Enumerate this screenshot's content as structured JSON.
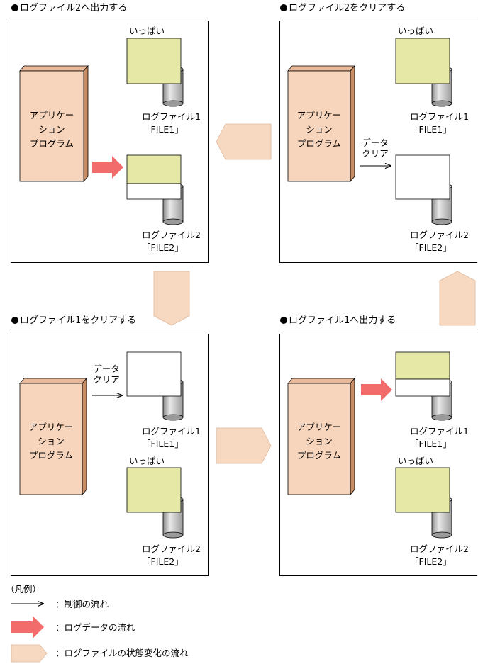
{
  "panels": [
    {
      "title": "ログファイル2へ出力する",
      "app_line1": "アプリケー",
      "app_line2": "ション",
      "app_line3": "プログラム",
      "upper_status": "いっぱい",
      "file1_name": "ログファイル1",
      "file1_id": "「FILE1」",
      "file2_name": "ログファイル2",
      "file2_id": "「FILE2」"
    },
    {
      "title": "ログファイル2をクリアする",
      "app_line1": "アプリケー",
      "app_line2": "ション",
      "app_line3": "プログラム",
      "upper_status": "いっぱい",
      "clear_line1": "データ",
      "clear_line2": "クリア",
      "file1_name": "ログファイル1",
      "file1_id": "「FILE1」",
      "file2_name": "ログファイル2",
      "file2_id": "「FILE2」"
    },
    {
      "title": "ログファイル1をクリアする",
      "app_line1": "アプリケー",
      "app_line2": "ション",
      "app_line3": "プログラム",
      "lower_status": "いっぱい",
      "clear_line1": "データ",
      "clear_line2": "クリア",
      "file1_name": "ログファイル1",
      "file1_id": "「FILE1」",
      "file2_name": "ログファイル2",
      "file2_id": "「FILE2」"
    },
    {
      "title": "ログファイル1へ出力する",
      "app_line1": "アプリケー",
      "app_line2": "ション",
      "app_line3": "プログラム",
      "lower_status": "いっぱい",
      "file1_name": "ログファイル1",
      "file1_id": "「FILE1」",
      "file2_name": "ログファイル2",
      "file2_id": "「FILE2」"
    }
  ],
  "legend": {
    "heading": "（凡例）",
    "control_flow": "：制御の流れ",
    "log_data_flow": "：ログデータの流れ",
    "state_flow": "：ログファイルの状態変化の流れ"
  },
  "colors": {
    "app_box": "#f7d5bd",
    "app_box_side": "#c98d63",
    "log_full": "#e6e8a6",
    "data_arrow": "#f36c6c",
    "state_arrow": "#f7d9c2",
    "cylinder": "#c4c4c4"
  }
}
